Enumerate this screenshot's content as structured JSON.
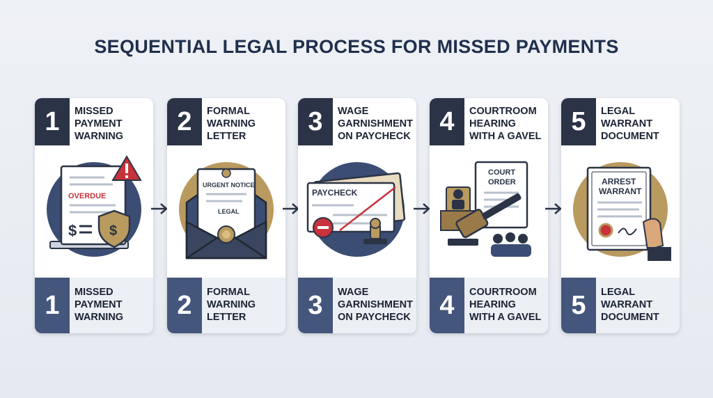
{
  "title": "SEQUENTIAL LEGAL PROCESS FOR MISSED PAYMENTS",
  "steps": [
    {
      "number": "1",
      "label_lines": [
        "MISSED",
        "PAYMENT",
        "WARNING"
      ],
      "illustration": "overdue-bill-icon",
      "texts": {
        "a": "OVERDUE"
      }
    },
    {
      "number": "2",
      "label_lines": [
        "FORMAL",
        "WARNING",
        "LETTER"
      ],
      "illustration": "warning-letter-envelope-icon",
      "texts": {
        "a": "URGENT NOTICE",
        "b": "LEGAL"
      }
    },
    {
      "number": "3",
      "label_lines": [
        "WAGE",
        "GARNISHMENT",
        "ON PAYCHECK"
      ],
      "illustration": "paycheck-icon",
      "texts": {
        "a": "PAYCHECK"
      }
    },
    {
      "number": "4",
      "label_lines": [
        "COURTROOM",
        "HEARING",
        "WITH A GAVEL"
      ],
      "illustration": "gavel-courtroom-icon",
      "texts": {
        "a": "COURT",
        "b": "ORDER"
      }
    },
    {
      "number": "5",
      "label_lines": [
        "LEGAL",
        "WARRANT",
        "DOCUMENT"
      ],
      "illustration": "arrest-warrant-icon",
      "texts": {
        "a": "ARREST",
        "b": "WARRANT"
      }
    }
  ],
  "colors": {
    "navy": "#2b3446",
    "slate_blue": "#44567c",
    "gold": "#b99a5f",
    "alert_red": "#c8323a",
    "title": "#1f2f4d"
  }
}
